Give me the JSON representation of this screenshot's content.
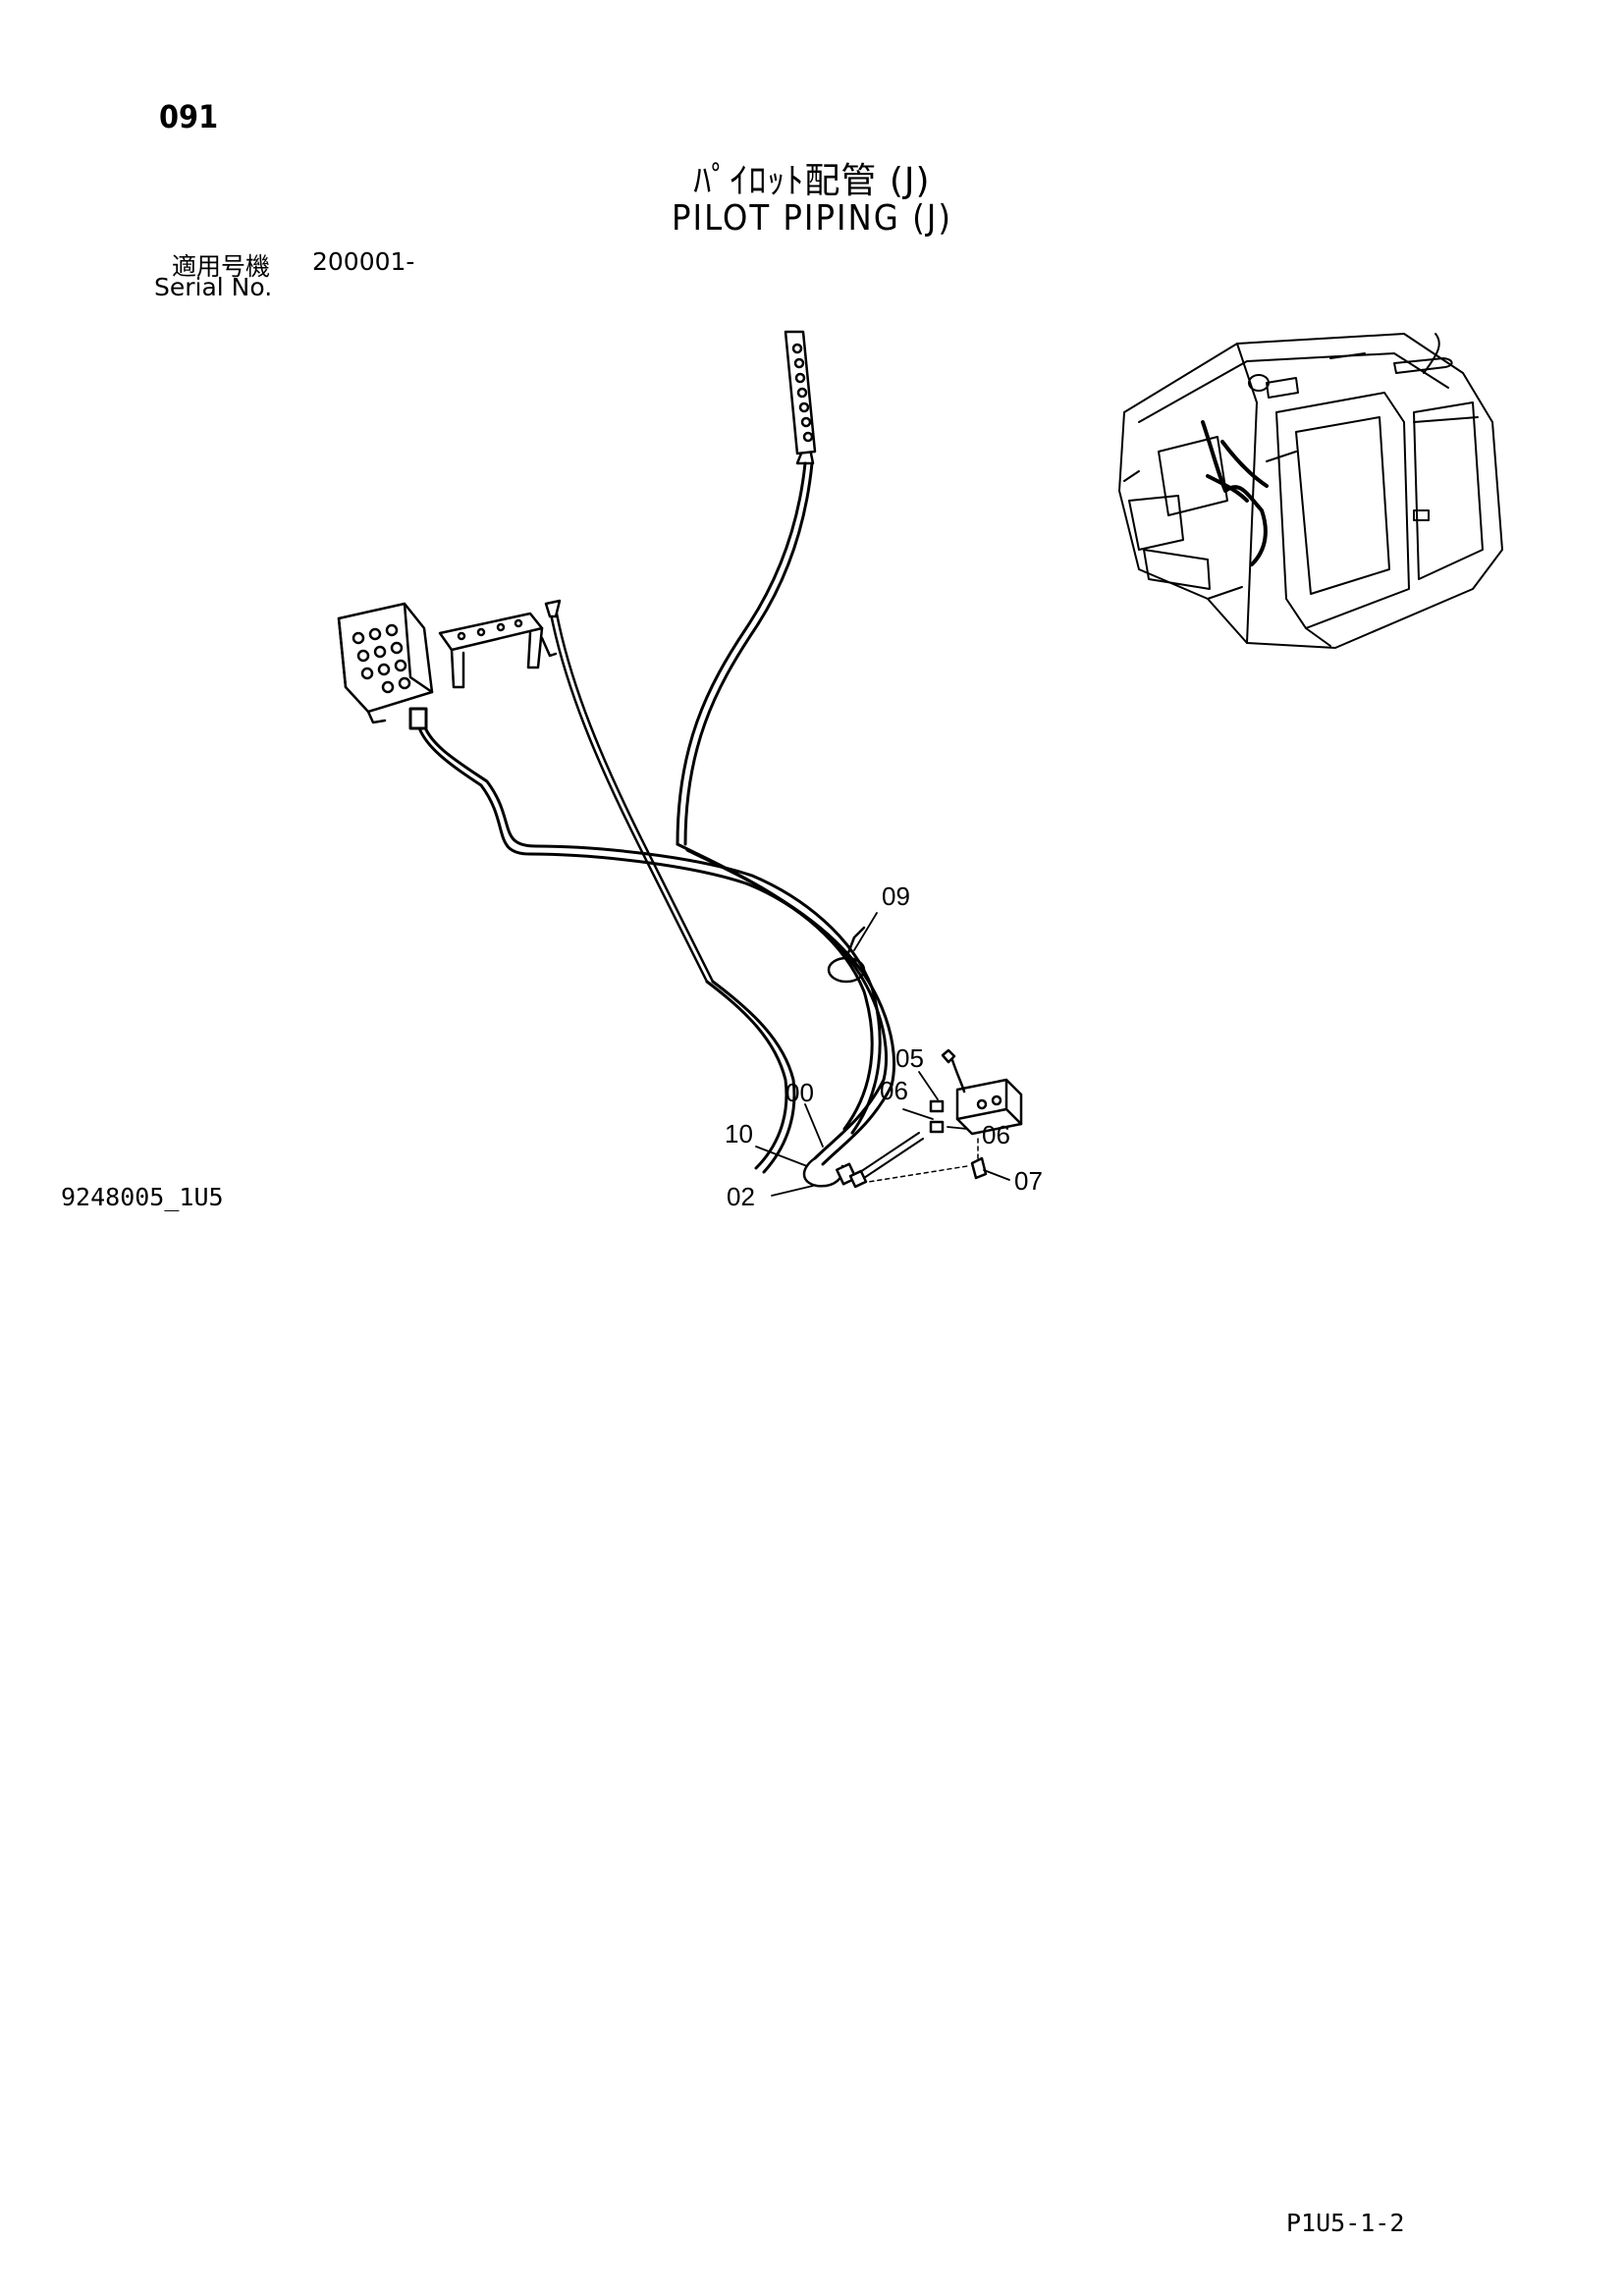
{
  "header": {
    "page_number": "091",
    "title_jp": "ﾊﾟｲﾛｯﾄ配管 (J)",
    "title_en": "PILOT PIPING (J)",
    "serial_label_jp": "適用号機",
    "serial_value": "200001-",
    "serial_label_en": "Serial No."
  },
  "diagram": {
    "callouts": [
      "09",
      "05",
      "00",
      "06",
      "06",
      "10",
      "06",
      "02",
      "07"
    ]
  },
  "footer": {
    "drawing_id": "9248005_1U5",
    "sheet_id": "P1U5-1-2"
  }
}
